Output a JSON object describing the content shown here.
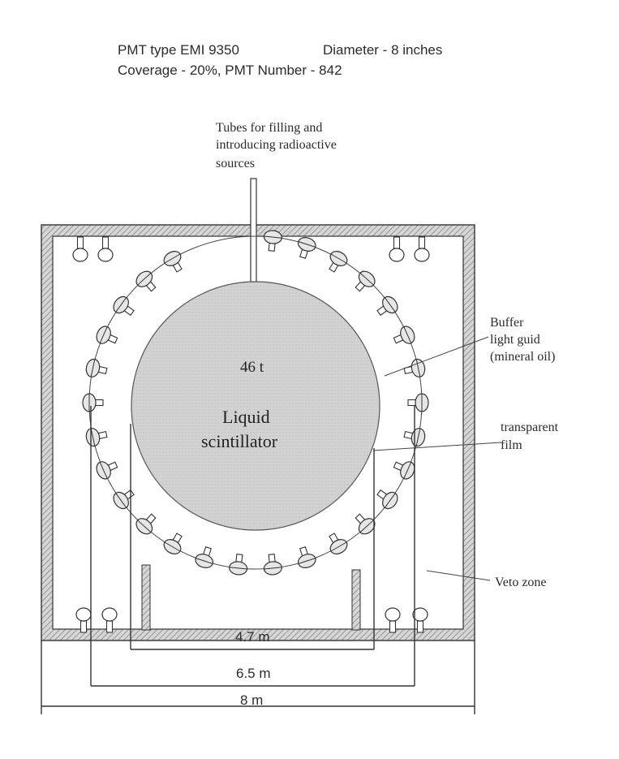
{
  "header": {
    "line1_left": "PMT type EMI 9350",
    "line1_right": "Diameter - 8 inches",
    "line2": "Coverage - 20%,  PMT Number - 842"
  },
  "tubes_label": [
    "Tubes for filling and",
    "introducing radioactive",
    "sources"
  ],
  "core": {
    "mass": "46 t",
    "name_line1": "Liquid",
    "name_line2": "scintillator"
  },
  "callouts": {
    "buffer": [
      "Buffer",
      "light guid",
      "(mineral oil)"
    ],
    "film": [
      "transparent",
      "film"
    ],
    "veto": "Veto zone"
  },
  "dimensions": {
    "inner": "4.7 m",
    "middle": "6.5 m",
    "outer": "8 m"
  },
  "colors": {
    "scintillator_fill": "#cdcdcd",
    "wall_hatch": "#8a8a8a",
    "pmt_fill": "#e6e6e6"
  }
}
